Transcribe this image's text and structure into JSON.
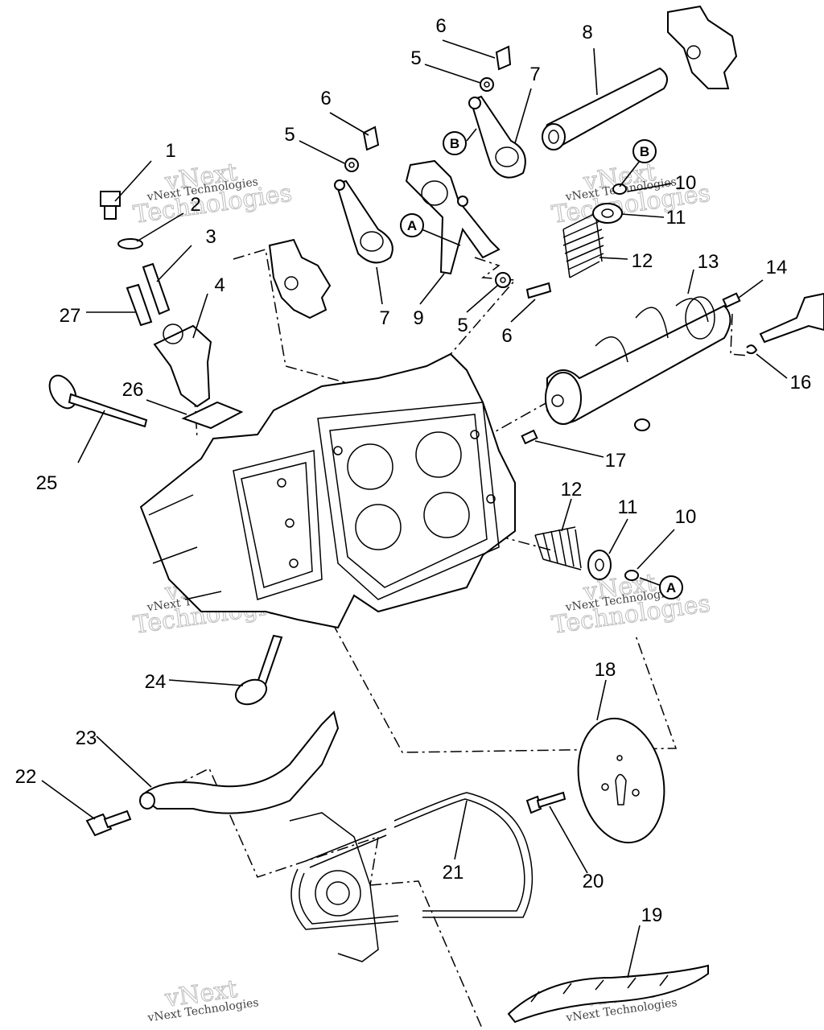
{
  "callouts": [
    {
      "id": "c1",
      "label": "1"
    },
    {
      "id": "c2",
      "label": "2"
    },
    {
      "id": "c3",
      "label": "3"
    },
    {
      "id": "c4",
      "label": "4"
    },
    {
      "id": "c5a",
      "label": "5"
    },
    {
      "id": "c5b",
      "label": "5"
    },
    {
      "id": "c5c",
      "label": "5"
    },
    {
      "id": "c6a",
      "label": "6"
    },
    {
      "id": "c6b",
      "label": "6"
    },
    {
      "id": "c6c",
      "label": "6"
    },
    {
      "id": "c7a",
      "label": "7"
    },
    {
      "id": "c7b",
      "label": "7"
    },
    {
      "id": "c8",
      "label": "8"
    },
    {
      "id": "c9",
      "label": "9"
    },
    {
      "id": "c10a",
      "label": "10"
    },
    {
      "id": "c10b",
      "label": "10"
    },
    {
      "id": "c11a",
      "label": "11"
    },
    {
      "id": "c11b",
      "label": "11"
    },
    {
      "id": "c12a",
      "label": "12"
    },
    {
      "id": "c12b",
      "label": "12"
    },
    {
      "id": "c13",
      "label": "13"
    },
    {
      "id": "c14",
      "label": "14"
    },
    {
      "id": "c16",
      "label": "16"
    },
    {
      "id": "c17",
      "label": "17"
    },
    {
      "id": "c18",
      "label": "18"
    },
    {
      "id": "c19",
      "label": "19"
    },
    {
      "id": "c20",
      "label": "20"
    },
    {
      "id": "c21",
      "label": "21"
    },
    {
      "id": "c22",
      "label": "22"
    },
    {
      "id": "c23",
      "label": "23"
    },
    {
      "id": "c24",
      "label": "24"
    },
    {
      "id": "c25",
      "label": "25"
    },
    {
      "id": "c26",
      "label": "26"
    },
    {
      "id": "c27",
      "label": "27"
    }
  ],
  "reference_marks": {
    "A": "A",
    "B": "B"
  },
  "watermark": {
    "line1": "vNext",
    "line2": "Technologies",
    "full": "vNext Technologies"
  }
}
